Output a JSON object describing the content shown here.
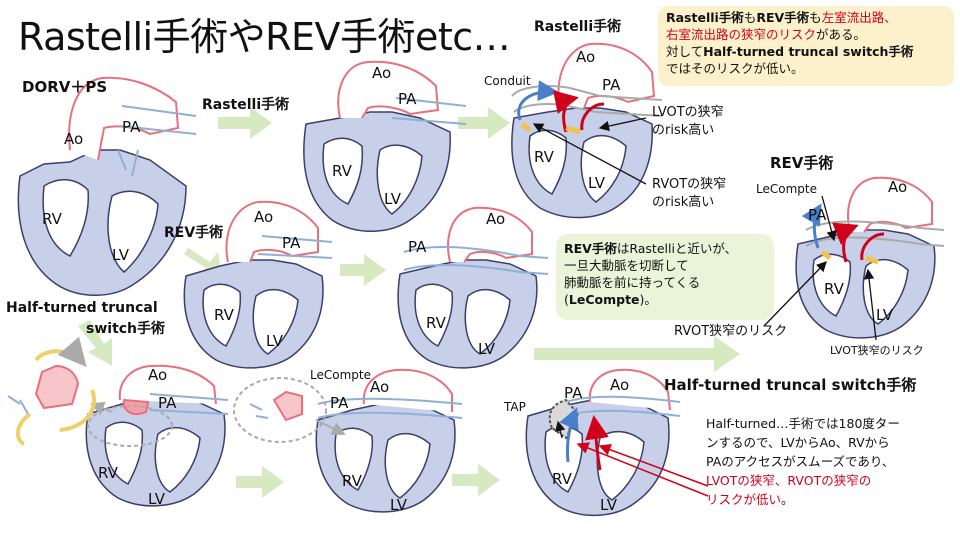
{
  "title": "Rastelli手術やREV手術etc…",
  "colors": {
    "heart": "#c8cfe8",
    "heart_stroke": "#3a3f6a",
    "aorta": "#e8707a",
    "pa": "#8fb0d6",
    "arrow_green": "#d6e9c1",
    "arrow_yellow": "#efcf6a",
    "red": "#d0021b"
  },
  "labels": {
    "dorv_ps": "DORV＋PS",
    "rastelli_step": "Rastelli手術",
    "rev_step": "REV手術",
    "half_turned_step_l1": "Half-turned truncal",
    "half_turned_step_l2": "switch手術",
    "rastelli_header": "Rastelli手術",
    "rev_header": "REV手術",
    "half_turned_header": "Half-turned truncal switch手術",
    "ao": "Ao",
    "pa": "PA",
    "rv": "RV",
    "lv": "LV",
    "conduit": "Conduit",
    "lecompte": "LeCompte",
    "tap": "TAP",
    "lvot_risk_l1": "LVOTの狭窄",
    "lvot_risk_l2": "のrisk高い",
    "rvot_risk_l1": "RVOTの狭窄",
    "rvot_risk_l2": "のrisk高い",
    "rvot_rev_risk": "RVOT狭窄のリスク",
    "lvot_rev_risk": "LVOT狭窄のリスク"
  },
  "note_top": {
    "p1": "Rastelli手術",
    "p2": "も",
    "p3": "REV手術",
    "p4": "も",
    "p5": "左室流出路、",
    "p6": "右室流出路の狭窄のリスク",
    "p7": "がある。",
    "p8": "対して",
    "p9": "Half-turned truncal switch手術",
    "p10": "ではそのリスクが低い。"
  },
  "note_rev": {
    "p1": "REV手術",
    "p2": "はRastelliと近いが、",
    "p3": "一旦大動脈を切断して",
    "p4": "肺動脈を前に持ってくる",
    "p5": "(",
    "p6": "LeCompte",
    "p7": ")。"
  },
  "note_half": {
    "l1": "Half-turned…手術では180度ター",
    "l2": "ンするので、LVからAo、RVから",
    "l3": "PAのアクセスがスムーズであり、",
    "l4": "LVOTの狭窄、RVOTの狭窄の",
    "l5": "リスクが低い",
    "l6": "。"
  }
}
